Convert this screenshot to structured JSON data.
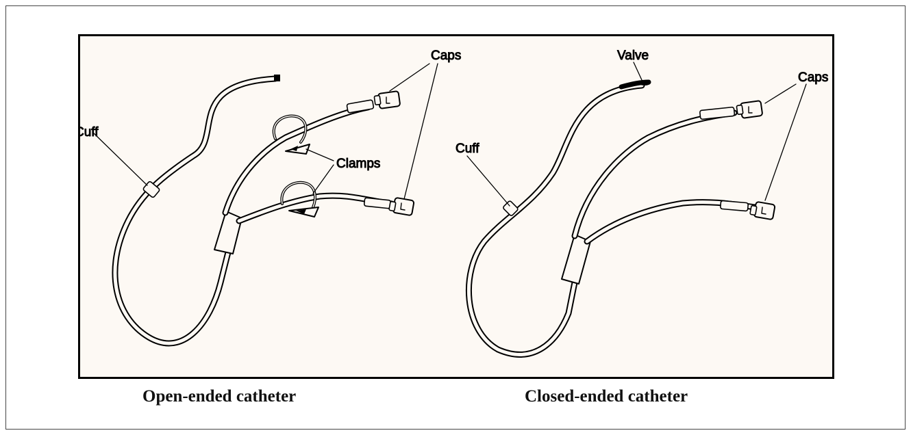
{
  "figure": {
    "open_ended": {
      "caption": "Open-ended catheter",
      "labels": {
        "cuff": "Cuff",
        "caps": "Caps",
        "clamps": "Clamps"
      }
    },
    "closed_ended": {
      "caption": "Closed-ended catheter",
      "labels": {
        "valve": "Valve",
        "cuff": "Cuff",
        "caps": "Caps"
      }
    }
  },
  "colors": {
    "background": "#fdf9f4",
    "line": "#000000"
  }
}
